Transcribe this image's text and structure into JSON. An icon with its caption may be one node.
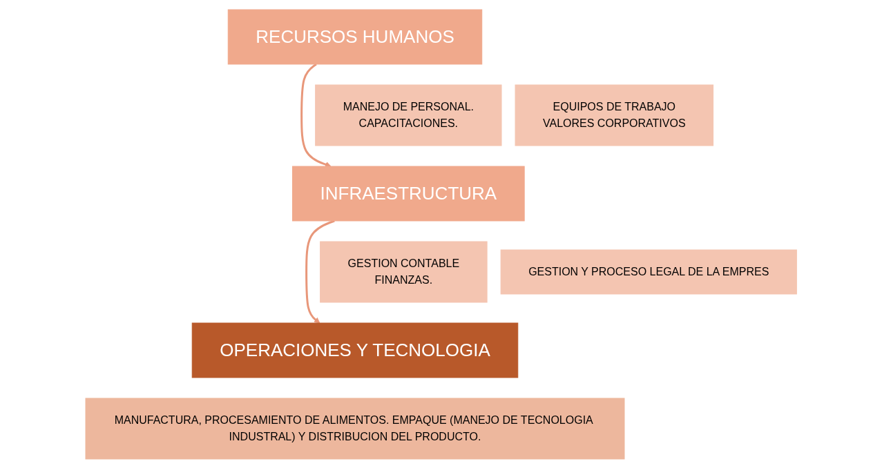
{
  "diagram": {
    "nodes": [
      {
        "text": [
          "RECURSOS HUMANOS"
        ]
      },
      {
        "text": [
          "MANEJO DE PERSONAL.",
          "CAPACITACIONES."
        ]
      },
      {
        "text": [
          "EQUIPOS DE TRABAJO",
          "VALORES CORPORATIVOS"
        ]
      },
      {
        "text": [
          "INFRAESTRUCTURA"
        ]
      },
      {
        "text": [
          "GESTION CONTABLE",
          "FINANZAS."
        ]
      },
      {
        "text": [
          "GESTION Y PROCESO LEGAL DE LA EMPRES"
        ]
      },
      {
        "text": [
          "OPERACIONES Y TECNOLOGIA"
        ]
      },
      {
        "text": [
          "MANUFACTURA, PROCESAMIENTO DE ALIMENTOS. EMPAQUE (MANEJO DE TECNOLOGIA INDUSTRAL) Y DISTRIBUCION DEL PRODUCTO."
        ]
      }
    ],
    "edges": [
      {
        "from": 0,
        "to": 3,
        "arrow": "to"
      },
      {
        "from": 3,
        "to": 6,
        "arrow": "to"
      }
    ]
  }
}
